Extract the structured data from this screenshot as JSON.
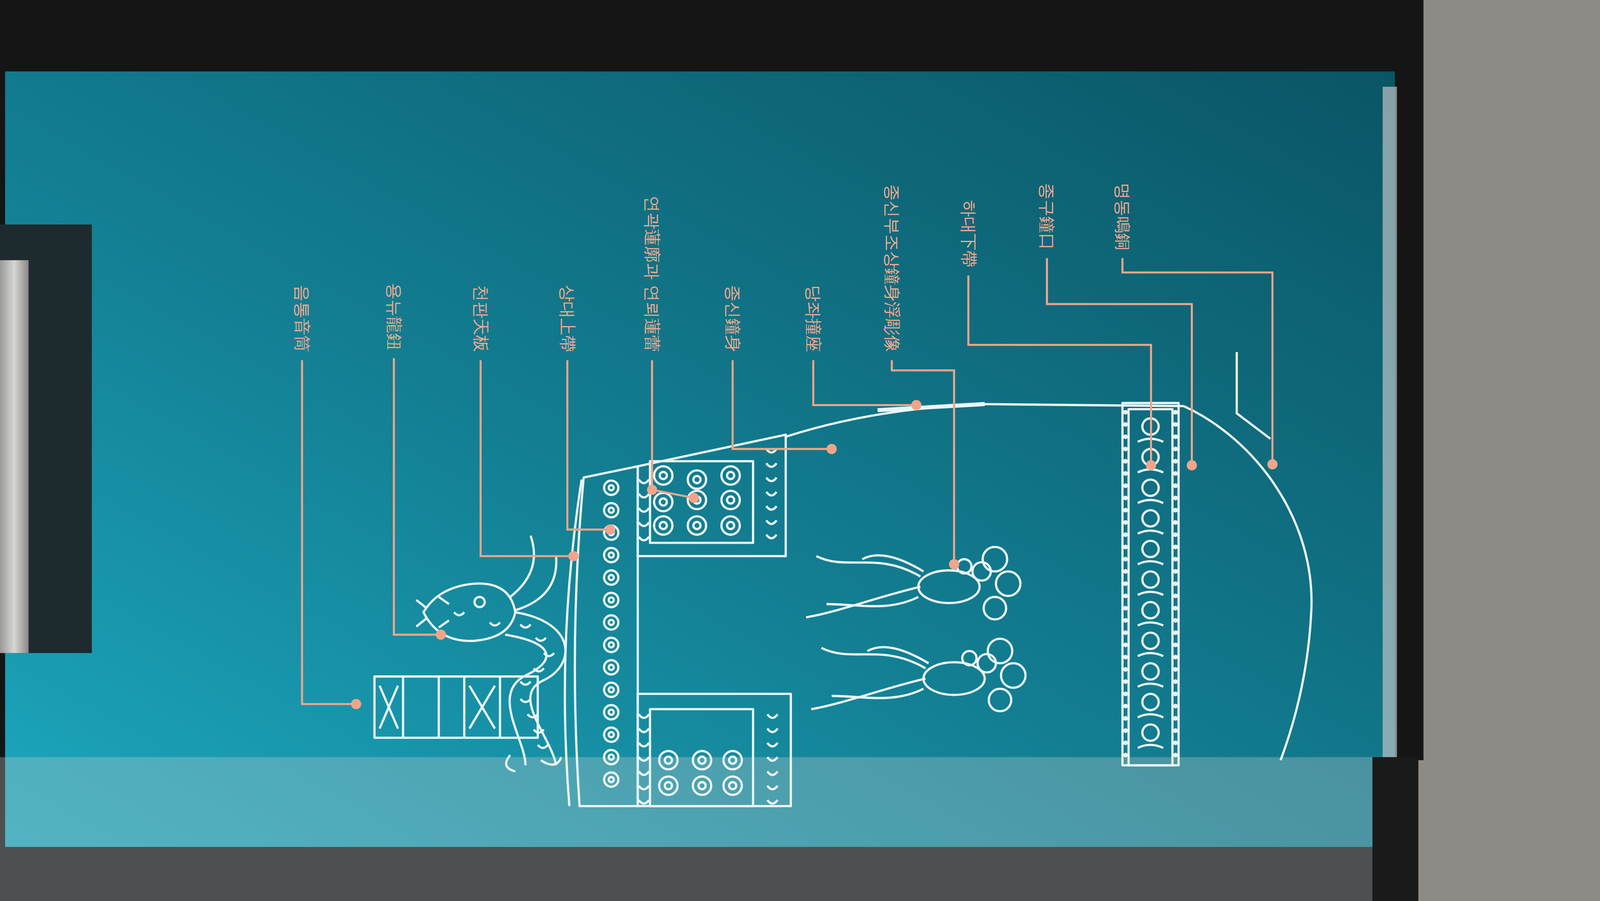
{
  "diagram": {
    "labels": [
      "음통音筒",
      "용뉴龍鈕",
      "천판天板",
      "상대上帶",
      "연곽蓮廓과 연뢰蓮蕾",
      "종신鐘身",
      "당좌撞座",
      "종신부조상鐘身浮彫像",
      "하대下帶",
      "종구鐘口",
      "명동鳴銅"
    ]
  }
}
